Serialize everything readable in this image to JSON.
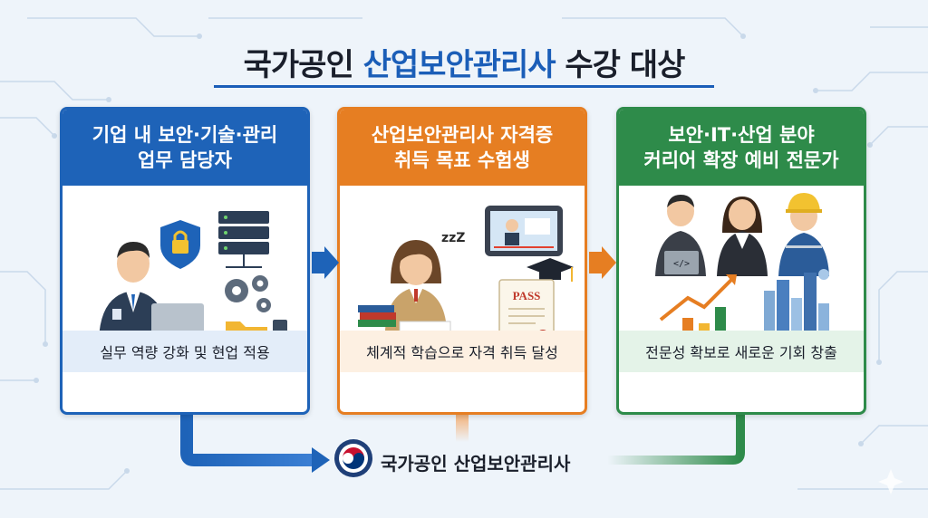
{
  "title": {
    "prefix": "국가공인 ",
    "accent": "산업보안관리사",
    "suffix": " 수강 대상"
  },
  "colors": {
    "blue": "#1e63b8",
    "orange": "#e67e22",
    "green": "#2e8b4a",
    "background": "#eef4fa"
  },
  "cards": [
    {
      "header": "기업 내 보안·기술·관리\n업무 담당자",
      "footer": "실무 역량 강화 및 현업 적용",
      "illustration": [
        "office-worker",
        "shield-lock-icon",
        "server-icon",
        "gears-icon",
        "folder-icon",
        "laptop"
      ]
    },
    {
      "header": "산업보안관리사 자격증\n취득 목표 수험생",
      "footer": "체계적 학습으로 자격 취득 달성",
      "illustration": [
        "studying-student",
        "video-lecture-tablet",
        "graduation-cap-icon",
        "pass-certificate"
      ],
      "certificate_text": "PASS",
      "sleep_text": "zzZ"
    },
    {
      "header": "보안·IT·산업 분야\n커리어 확장 예비 전문가",
      "footer": "전문성 확보로 새로운 기회 창출",
      "illustration": [
        "it-professional",
        "office-woman",
        "engineer-hardhat",
        "growth-chart",
        "city-skyline"
      ],
      "laptop_text": "</>"
    }
  ],
  "bottom": {
    "label": "국가공인 산업보안관리사",
    "emblem": "national-emblem-icon"
  }
}
